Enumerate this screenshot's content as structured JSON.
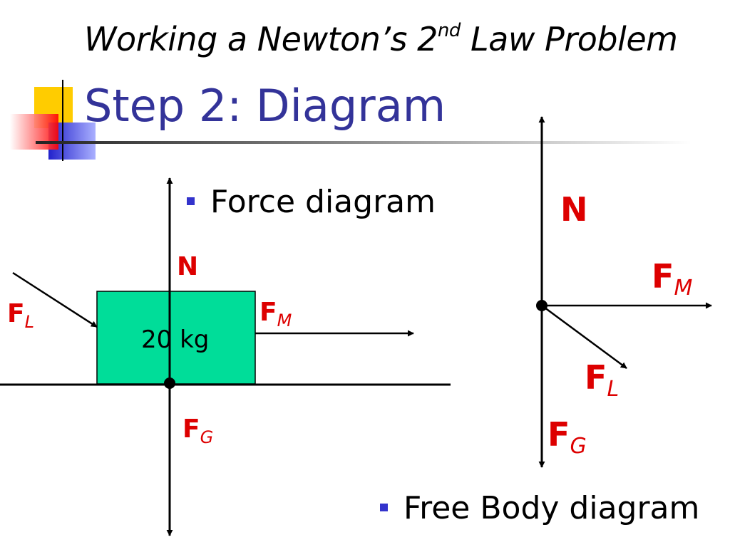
{
  "slide": {
    "supertitle": {
      "main": "Working a Newton’s 2",
      "superscript": "nd",
      "rest": " Law Problem"
    },
    "title": "Step 2: Diagram"
  },
  "bullets": [
    {
      "text": "Force diagram"
    },
    {
      "text": "Free Body diagram"
    }
  ],
  "force_diagram": {
    "mass_label": "20 kg",
    "labels": {
      "normal": "N",
      "friction": {
        "base": "F",
        "sub": "L"
      },
      "motor": {
        "base": "F",
        "sub": "M"
      },
      "gravity": {
        "base": "F",
        "sub": "G"
      }
    }
  },
  "free_body_diagram": {
    "labels": {
      "normal": "N",
      "motor": {
        "base": "F",
        "sub": "M"
      },
      "friction": {
        "base": "F",
        "sub": "L"
      },
      "gravity": {
        "base": "F",
        "sub": "G"
      }
    }
  },
  "colors": {
    "title": "#333399",
    "force_label": "#dd0000",
    "box_fill": "#00dd99",
    "bullet": "#3333cc"
  }
}
